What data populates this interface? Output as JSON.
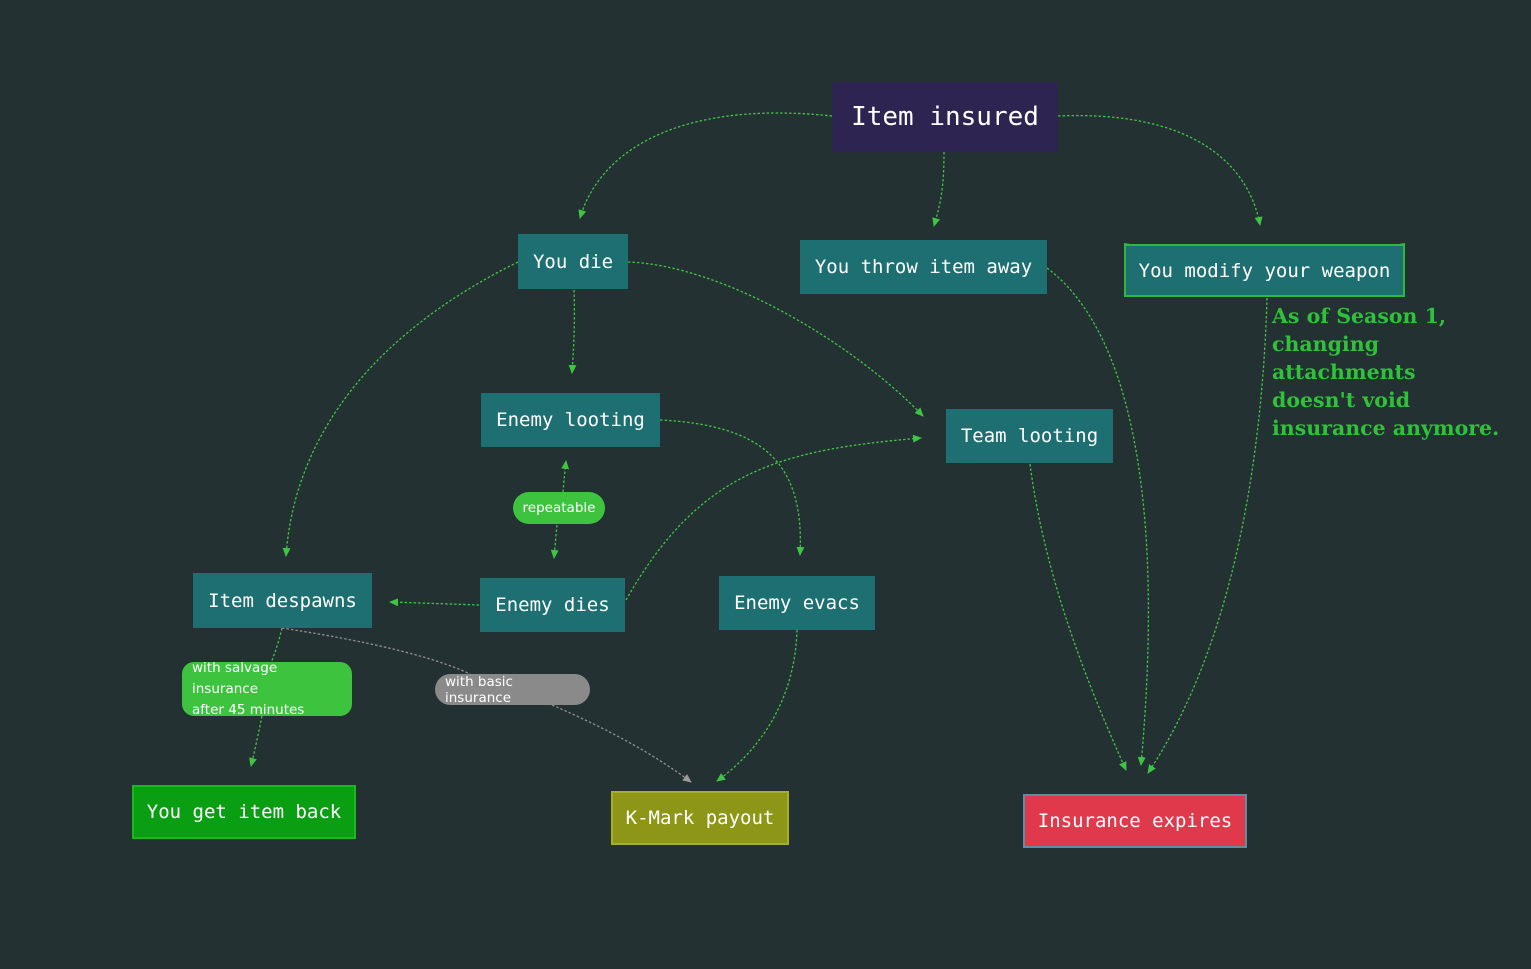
{
  "nodes": {
    "item_insured": "Item insured",
    "you_die": "You die",
    "throw_away": "You throw item away",
    "modify_weapon": "You modify your weapon",
    "enemy_looting": "Enemy looting",
    "team_looting": "Team looting",
    "item_despawns": "Item despawns",
    "enemy_dies": "Enemy dies",
    "enemy_evacs": "Enemy evacs",
    "get_item_back": "You get item back",
    "kmark_payout": "K-Mark payout",
    "insurance_expires": "Insurance expires"
  },
  "labels": {
    "repeatable": "repeatable",
    "salvage_line1": "with salvage insurance",
    "salvage_line2": "after 45 minutes",
    "basic": "with basic insurance"
  },
  "note": {
    "line1": "As of Season 1,",
    "line2": "changing attachments",
    "line3": "doesn't void",
    "line4": "insurance anymore."
  },
  "colors": {
    "background": "#243133",
    "node": "#1d6f72",
    "root": "#2d2452",
    "outcome_success": "#0a9e12",
    "outcome_payout": "#8e9618",
    "outcome_fail": "#e0394b",
    "edge": "#3fc444",
    "edge_basic": "#8a8a8a"
  }
}
